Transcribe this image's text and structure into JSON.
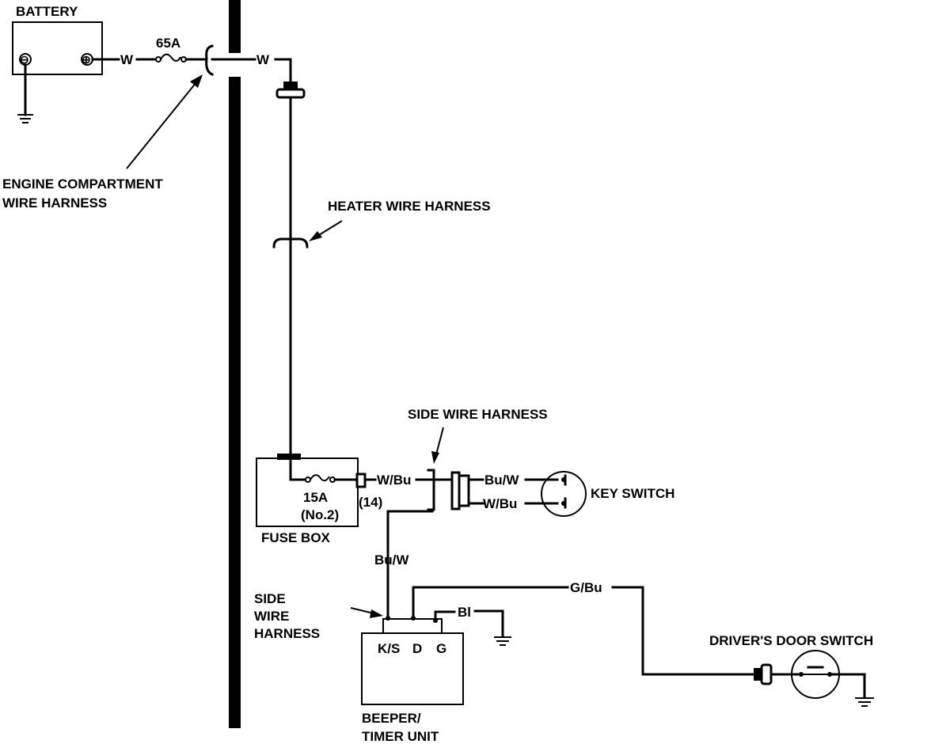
{
  "components": {
    "battery": "BATTERY",
    "battery_neg": "⊖",
    "battery_pos": "⊕",
    "main_fuse": "65A",
    "engine_harness_line1": "ENGINE COMPARTMENT",
    "engine_harness_line2": "WIRE HARNESS",
    "heater_harness": "HEATER WIRE HARNESS",
    "side_harness_top": "SIDE WIRE HARNESS",
    "side_harness_line1": "SIDE",
    "side_harness_line2": "WIRE",
    "side_harness_line3": "HARNESS",
    "fuse_rating": "15A",
    "fuse_number": "(No.2)",
    "fuse_box": "FUSE BOX",
    "connector_number": "(14)",
    "key_switch": "KEY SWITCH",
    "door_switch": "DRIVER'S DOOR SWITCH",
    "beeper_line1": "BEEPER/",
    "beeper_line2": "TIMER UNIT",
    "terminal_ks": "K/S",
    "terminal_d": "D",
    "terminal_g": "G"
  },
  "wires": {
    "battery_out": "W",
    "harness_out": "W",
    "fuse_out": "W/Bu",
    "key_top": "Bu/W",
    "key_bottom": "W/Bu",
    "beeper_feed": "Bu/W",
    "door": "G/Bu",
    "ground": "Bl"
  }
}
